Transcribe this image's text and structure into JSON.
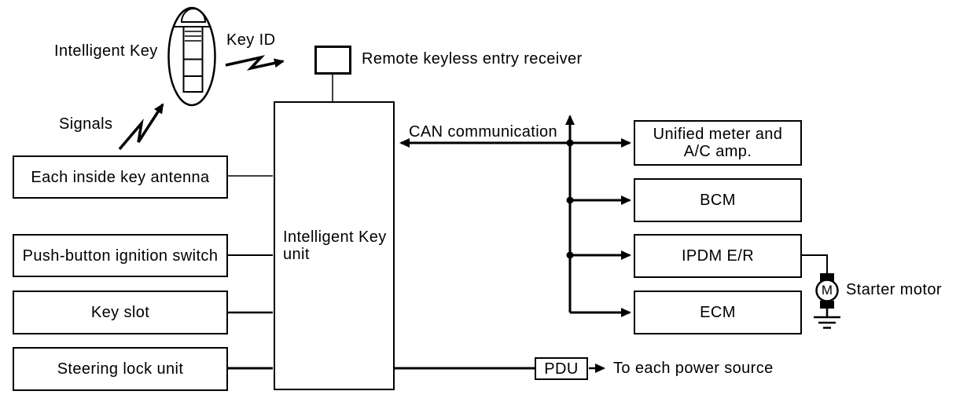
{
  "colors": {
    "line": "#000000",
    "background": "#ffffff"
  },
  "icons": {
    "key_fob": "intelligent-key-fob-icon",
    "zigzag_arrows": "radio-signal-arrow-icon",
    "motor": "motor-circle-m-icon",
    "ground": "ground-symbol-icon"
  },
  "labels": {
    "intelligent_key": "Intelligent Key",
    "key_id": "Key ID",
    "signals": "Signals",
    "receiver": "Remote keyless entry receiver",
    "can": "CAN communication",
    "power": "To each power source",
    "starter": "Starter motor",
    "motor_m": "M"
  },
  "unit": {
    "label": "Intelligent Key unit"
  },
  "boxes": {
    "left": [
      {
        "label": "Each inside key antenna"
      },
      {
        "label": "Push-button ignition switch"
      },
      {
        "label": "Key slot"
      },
      {
        "label": "Steering lock unit"
      }
    ],
    "right": [
      {
        "label": "Unified meter and A/C amp."
      },
      {
        "label": "BCM"
      },
      {
        "label": "IPDM E/R"
      },
      {
        "label": "ECM"
      }
    ]
  },
  "pdu": {
    "label": "PDU"
  }
}
